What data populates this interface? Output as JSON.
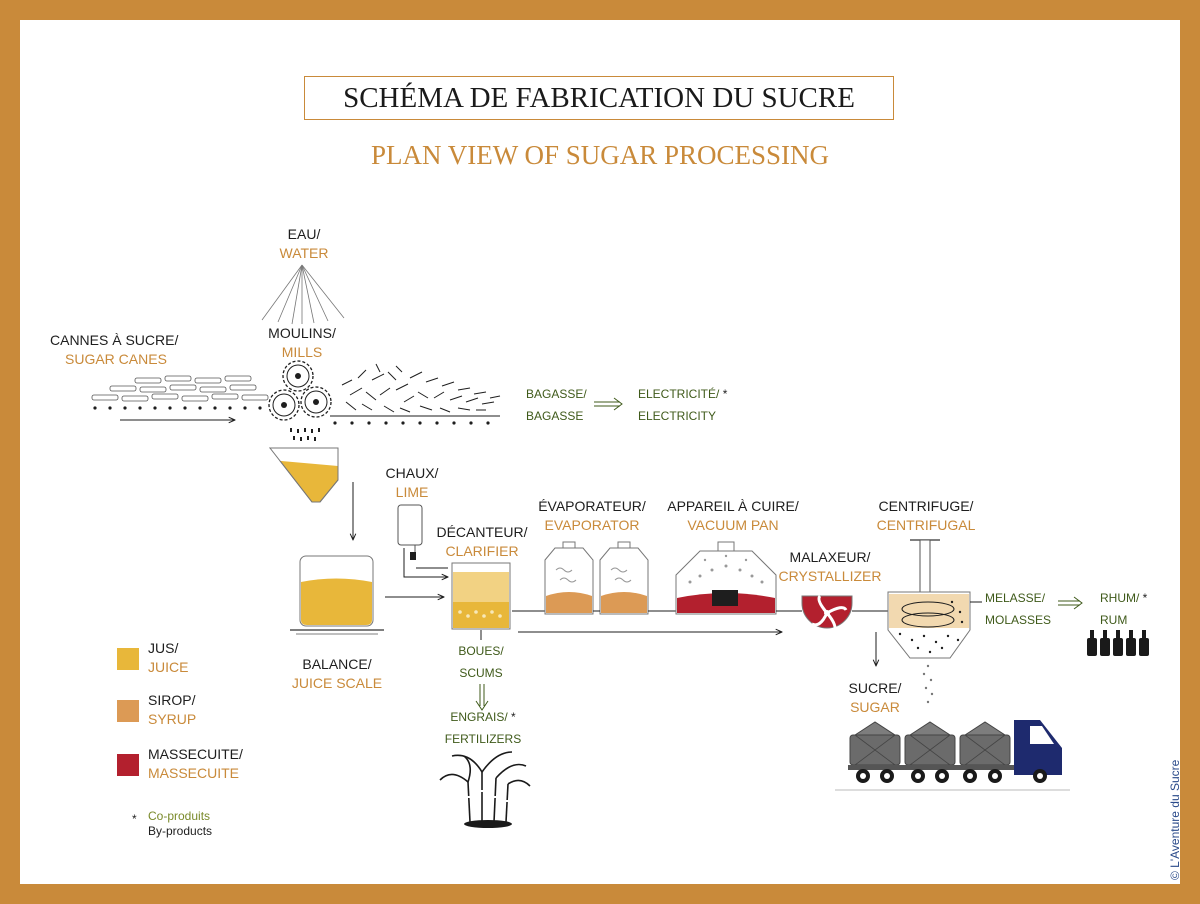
{
  "title": "SCHÉMA DE FABRICATION DU SUCRE",
  "subtitle": "PLAN VIEW OF SUGAR PROCESSING",
  "colors": {
    "frame": "#c98a3a",
    "juice": "#e8b73a",
    "syrup": "#dc9a55",
    "massecuite": "#b3202e",
    "english_label": "#c98a3a",
    "coproduct_text": "#3f5a1a",
    "truck_cab": "#1e2a6e",
    "container": "#6b6b6b"
  },
  "labels": {
    "water": {
      "fr": "EAU/",
      "en": "WATER"
    },
    "canes": {
      "fr": "CANNES À SUCRE/",
      "en": "SUGAR CANES"
    },
    "mills": {
      "fr": "MOULINS/",
      "en": "MILLS"
    },
    "bagasse": {
      "fr": "BAGASSE/",
      "en": "BAGASSE"
    },
    "electricity": {
      "fr": "ELECTRICITÉ/",
      "en": "ELECTRICITY",
      "mark": "*"
    },
    "lime": {
      "fr": "CHAUX/",
      "en": "LIME"
    },
    "clarifier": {
      "fr": "DÉCANTEUR/",
      "en": "CLARIFIER"
    },
    "evaporator": {
      "fr": "ÉVAPORATEUR/",
      "en": "EVAPORATOR"
    },
    "vacuum_pan": {
      "fr": "APPAREIL À CUIRE/",
      "en": "VACUUM PAN"
    },
    "crystallizer": {
      "fr": "MALAXEUR/",
      "en": "CRYSTALLIZER"
    },
    "centrifugal": {
      "fr": "CENTRIFUGE/",
      "en": "CENTRIFUGAL"
    },
    "molasses": {
      "fr": "MELASSE/",
      "en": "MOLASSES"
    },
    "rum": {
      "fr": "RHUM/",
      "en": "RUM",
      "mark": "*"
    },
    "juice_scale": {
      "fr": "BALANCE/",
      "en": "JUICE SCALE"
    },
    "scums": {
      "fr": "BOUES/",
      "en": "SCUMS"
    },
    "fertilizers": {
      "fr": "ENGRAIS/",
      "en": "FERTILIZERS",
      "mark": "*"
    },
    "sugar": {
      "fr": "SUCRE/",
      "en": "SUGAR"
    }
  },
  "legend": {
    "items": [
      {
        "fr": "JUS/",
        "en": "JUICE",
        "color": "#e8b73a"
      },
      {
        "fr": "SIROP/",
        "en": "SYRUP",
        "color": "#dc9a55"
      },
      {
        "fr": "MASSECUITE/",
        "en": "MASSECUITE",
        "color": "#b3202e"
      }
    ],
    "coproducts": {
      "mark": "*",
      "fr": "Co-produits",
      "en": "By-products"
    }
  },
  "copyright": "© L'Aventure du Sucre"
}
